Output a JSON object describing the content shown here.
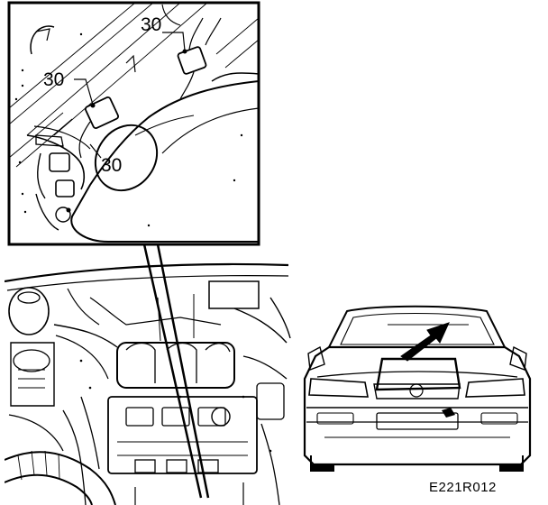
{
  "callouts": {
    "top_right": "30",
    "left": "30",
    "center": "30"
  },
  "figure_code": "E221R012"
}
